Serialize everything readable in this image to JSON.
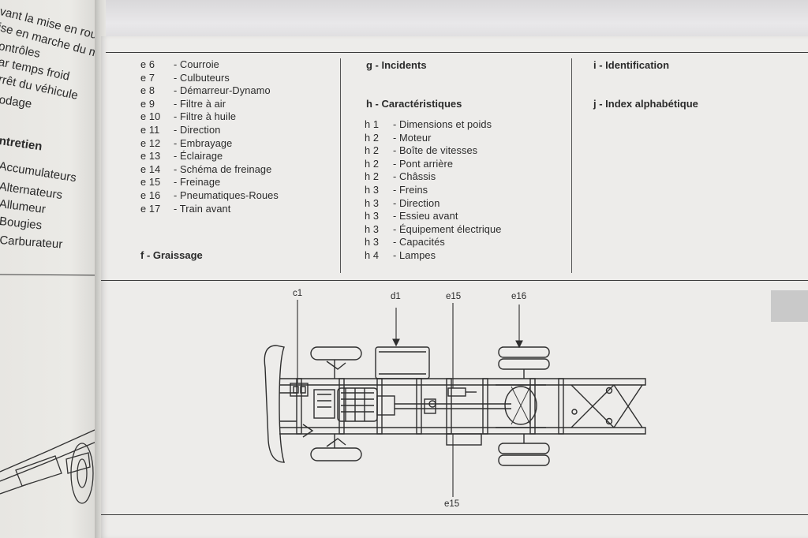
{
  "left_page": {
    "lines": [
      "vant la mise en route",
      "ise en marche du moteur",
      "ontrôles",
      "ar temps froid",
      "rrêt du véhicule",
      "odage"
    ],
    "heading": "ntretien",
    "items": [
      "Accumulateurs",
      "Alternateurs",
      "Allumeur",
      "Bougies",
      "Carburateur"
    ]
  },
  "col_e": {
    "items": [
      {
        "code": "e  6",
        "label": "- Courroie"
      },
      {
        "code": "e  7",
        "label": "- Culbuteurs"
      },
      {
        "code": "e  8",
        "label": "- Démarreur-Dynamo"
      },
      {
        "code": "e  9",
        "label": "- Filtre à air"
      },
      {
        "code": "e 10",
        "label": "- Filtre à huile"
      },
      {
        "code": "e 11",
        "label": "- Direction"
      },
      {
        "code": "e 12",
        "label": "- Embrayage"
      },
      {
        "code": "e 13",
        "label": "- Éclairage"
      },
      {
        "code": "e 14",
        "label": "- Schéma de freinage"
      },
      {
        "code": "e 15",
        "label": "- Freinage"
      },
      {
        "code": "e 16",
        "label": "- Pneumatiques-Roues"
      },
      {
        "code": "e 17",
        "label": "- Train avant"
      }
    ]
  },
  "section_f": {
    "title": "f  - Graissage"
  },
  "section_g": {
    "title": "g  - Incidents"
  },
  "section_h": {
    "title": "h  - Caractéristiques",
    "items": [
      {
        "code": "h 1",
        "label": "- Dimensions et poids"
      },
      {
        "code": "h 2",
        "label": "- Moteur"
      },
      {
        "code": "h 2",
        "label": "- Boîte de vitesses"
      },
      {
        "code": "h 2",
        "label": "- Pont arrière"
      },
      {
        "code": "h 2",
        "label": "- Châssis"
      },
      {
        "code": "h 3",
        "label": "- Freins"
      },
      {
        "code": "h 3",
        "label": "- Direction"
      },
      {
        "code": "h 3",
        "label": "- Essieu avant"
      },
      {
        "code": "h 3",
        "label": "- Équipement électrique"
      },
      {
        "code": "h 3",
        "label": "- Capacités"
      },
      {
        "code": "h 4",
        "label": "- Lampes"
      }
    ]
  },
  "section_i": {
    "title": "i  - Identification"
  },
  "section_j": {
    "title": "j  - Index alphabétique"
  },
  "diagram": {
    "callouts": {
      "c1": "c1",
      "d1": "d1",
      "e15_top": "e15",
      "e16": "e16",
      "e15_bottom": "e15"
    }
  }
}
